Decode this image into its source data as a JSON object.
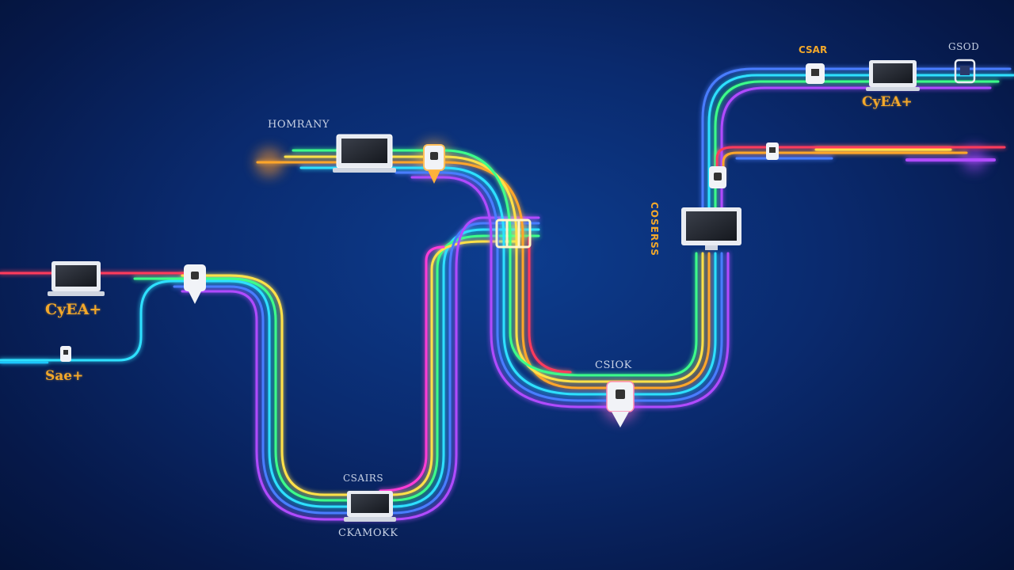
{
  "labels": {
    "top_left_node": "HOMRANY",
    "top_right_small": "CSAR",
    "top_right_far": "GSOD",
    "top_right_brand": "CyEA+",
    "left_brand": "CyEA+",
    "left_small": "Sae+",
    "vertical_right": "COSERSS",
    "center_bottom_node": "CSIOK",
    "bottom_node_top": "CSAIRS",
    "bottom_node_bottom": "CKAMOKK"
  },
  "colors": {
    "background": "#0a2a6e",
    "cable_red": "#ff3a5c",
    "cable_orange": "#ffa62b",
    "cable_yellow": "#ffe14a",
    "cable_green": "#3dff8a",
    "cable_cyan": "#2fe0ff",
    "cable_blue": "#4a7dff",
    "cable_purple": "#b04cff",
    "cable_magenta": "#ff3cd6",
    "label_orange": "#f3a82a"
  },
  "nodes": [
    {
      "name": "laptop-top-left",
      "type": "laptop-icon"
    },
    {
      "name": "connector-top-left",
      "type": "connector-icon"
    },
    {
      "name": "junction-center",
      "type": "junction-icon"
    },
    {
      "name": "laptop-left",
      "type": "laptop-icon"
    },
    {
      "name": "connector-left",
      "type": "connector-icon"
    },
    {
      "name": "plug-left-small",
      "type": "plug-icon"
    },
    {
      "name": "laptop-bottom",
      "type": "laptop-icon"
    },
    {
      "name": "connector-bottom-center",
      "type": "connector-icon"
    },
    {
      "name": "monitor-right",
      "type": "monitor-icon"
    },
    {
      "name": "connector-right-upper",
      "type": "connector-icon"
    },
    {
      "name": "plug-right-top",
      "type": "plug-icon"
    },
    {
      "name": "laptop-top-right",
      "type": "laptop-icon"
    },
    {
      "name": "plug-top-right-small",
      "type": "plug-icon"
    },
    {
      "name": "tablet-top-right",
      "type": "tablet-icon"
    }
  ]
}
